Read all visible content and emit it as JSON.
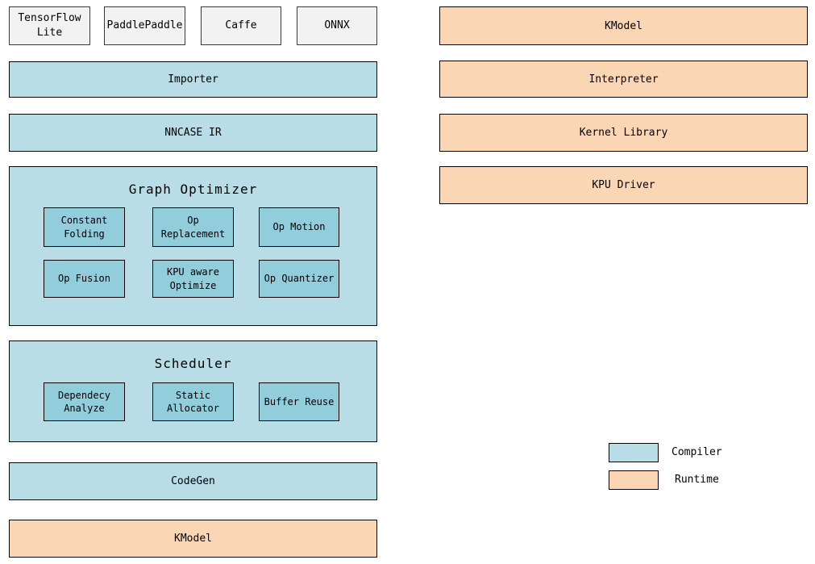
{
  "frameworks": {
    "items": [
      {
        "label": "TensorFlow Lite"
      },
      {
        "label": "PaddlePaddle"
      },
      {
        "label": "Caffe"
      },
      {
        "label": "ONNX"
      }
    ]
  },
  "compiler": {
    "importer": "Importer",
    "nncase_ir": "NNCASE IR",
    "graph_optimizer": {
      "title": "Graph Optimizer",
      "items": [
        "Constant Folding",
        "Op Replacement",
        "Op Motion",
        "Op Fusion",
        "KPU aware Optimize",
        "Op Quantizer"
      ]
    },
    "scheduler": {
      "title": "Scheduler",
      "items": [
        "Dependecy Analyze",
        "Static Allocator",
        "Buffer Reuse"
      ]
    },
    "codegen": "CodeGen",
    "kmodel": "KModel"
  },
  "runtime": {
    "items": [
      "KModel",
      "Interpreter",
      "Kernel Library",
      "KPU Driver"
    ]
  },
  "legend": {
    "items": [
      {
        "label": "Compiler",
        "color": "#b9dde6"
      },
      {
        "label": "Runtime",
        "color": "#fbd6b5"
      }
    ]
  },
  "colors": {
    "compiler_fill": "#b9dde6",
    "compiler_sub_fill": "#92cddc",
    "runtime_fill": "#fbd6b5",
    "framework_fill": "#f2f2f2",
    "border": "#000000",
    "background": "#ffffff"
  }
}
